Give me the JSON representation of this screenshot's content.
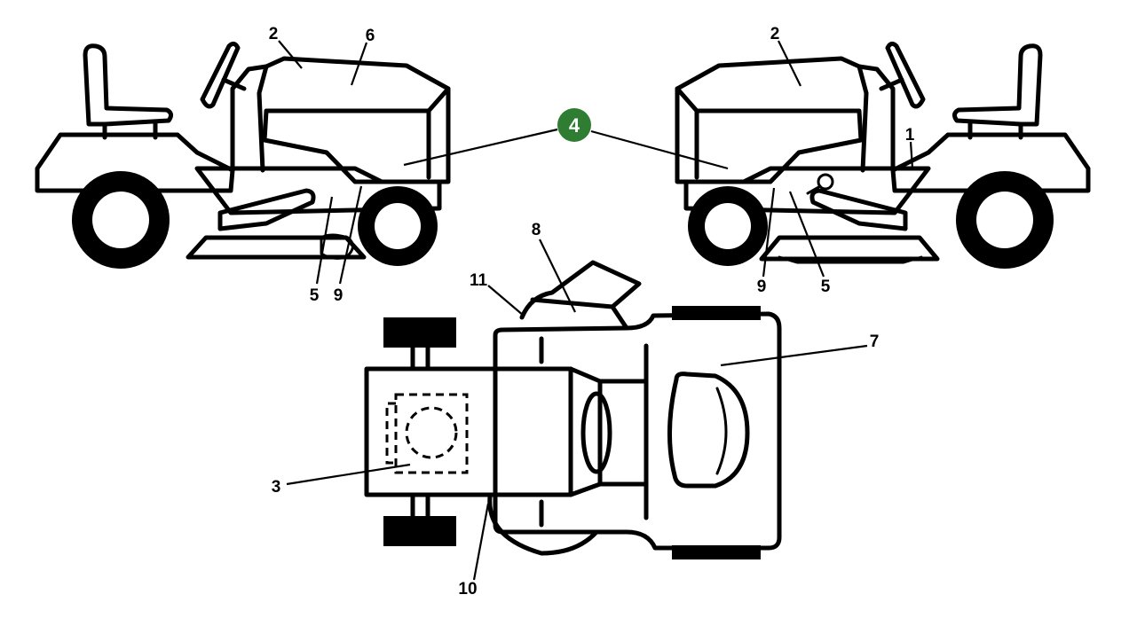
{
  "callouts": {
    "c1": "1",
    "c2_left": "2",
    "c2_right": "2",
    "c3": "3",
    "c4": "4",
    "c5_left": "5",
    "c5_right": "5",
    "c6": "6",
    "c7": "7",
    "c8": "8",
    "c9_left": "9",
    "c9_right": "9",
    "c10": "10",
    "c11": "11"
  },
  "colors": {
    "badge": "#2e7d32",
    "line": "#000000",
    "background": "#ffffff"
  }
}
